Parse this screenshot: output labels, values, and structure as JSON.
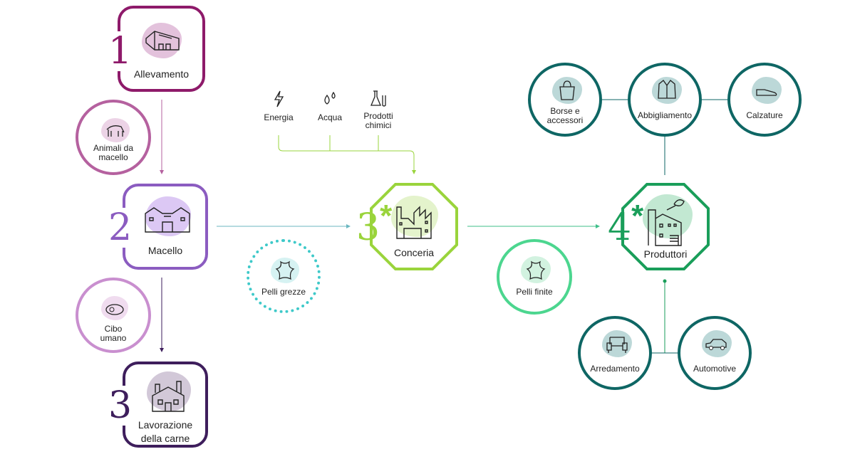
{
  "steps": {
    "allevamento": {
      "number": "1",
      "label": "Allevamento",
      "color": "#8e1a6a"
    },
    "macello": {
      "number": "2",
      "label": "Macello",
      "color": "#8b5cc0"
    },
    "lavorazione": {
      "number": "3",
      "label": "Lavorazione della carne",
      "color": "#3e1e5c"
    },
    "conceria": {
      "number": "3",
      "star": "*",
      "label": "Conceria",
      "color": "#9ad43c"
    },
    "produttori": {
      "number": "4",
      "star": "*",
      "label": "Produttori",
      "color": "#1a9e5a"
    }
  },
  "flows": {
    "animali": "Animali da macello",
    "cibo": "Cibo umano",
    "pelli_grezze": "Pelli grezze",
    "pelli_finite": "Pelli finite"
  },
  "inputs": [
    {
      "label": "Energia",
      "icon": "lightning-icon"
    },
    {
      "label": "Acqua",
      "icon": "water-drops-icon"
    },
    {
      "label": "Prodotti chimici",
      "icon": "flask-icon"
    }
  ],
  "products": [
    {
      "label": "Borse e accessori",
      "icon": "bag-icon"
    },
    {
      "label": "Abbigliamento",
      "icon": "jacket-icon"
    },
    {
      "label": "Calzature",
      "icon": "shoe-icon"
    },
    {
      "label": "Arredamento",
      "icon": "armchair-icon"
    },
    {
      "label": "Automotive",
      "icon": "car-icon"
    }
  ]
}
